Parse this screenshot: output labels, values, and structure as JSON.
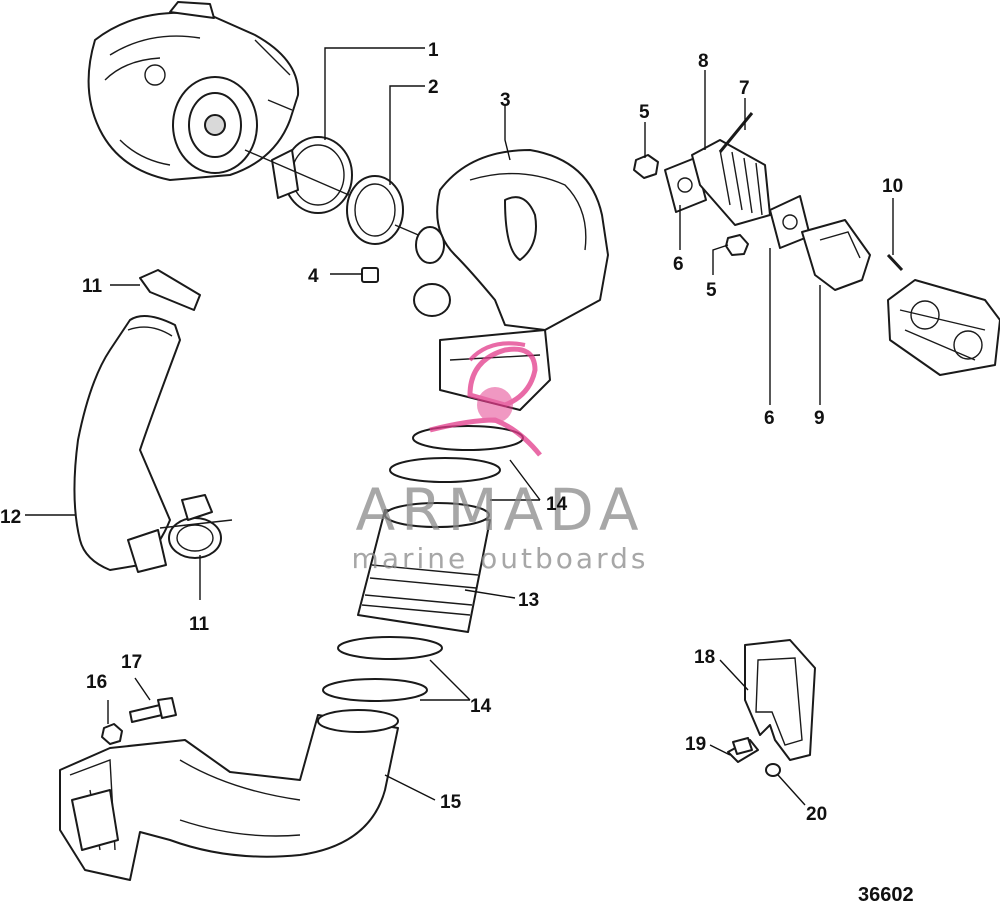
{
  "callouts": {
    "c1": "1",
    "c2": "2",
    "c3": "3",
    "c4": "4",
    "c5a": "5",
    "c5b": "5",
    "c6a": "6",
    "c6b": "6",
    "c7": "7",
    "c8": "8",
    "c9": "9",
    "c10": "10",
    "c11a": "11",
    "c11b": "11",
    "c12": "12",
    "c13": "13",
    "c14a": "14",
    "c14b": "14",
    "c15": "15",
    "c16": "16",
    "c17": "17",
    "c18": "18",
    "c19": "19",
    "c20": "20"
  },
  "watermark": {
    "brand": "ARMADA",
    "tagline": "marine outboards",
    "colors": {
      "text": "#8a8a8a",
      "logo": "#e23a8a"
    }
  },
  "figure_number": "36602",
  "colors": {
    "line": "#1a1a1a",
    "background": "#ffffff"
  }
}
